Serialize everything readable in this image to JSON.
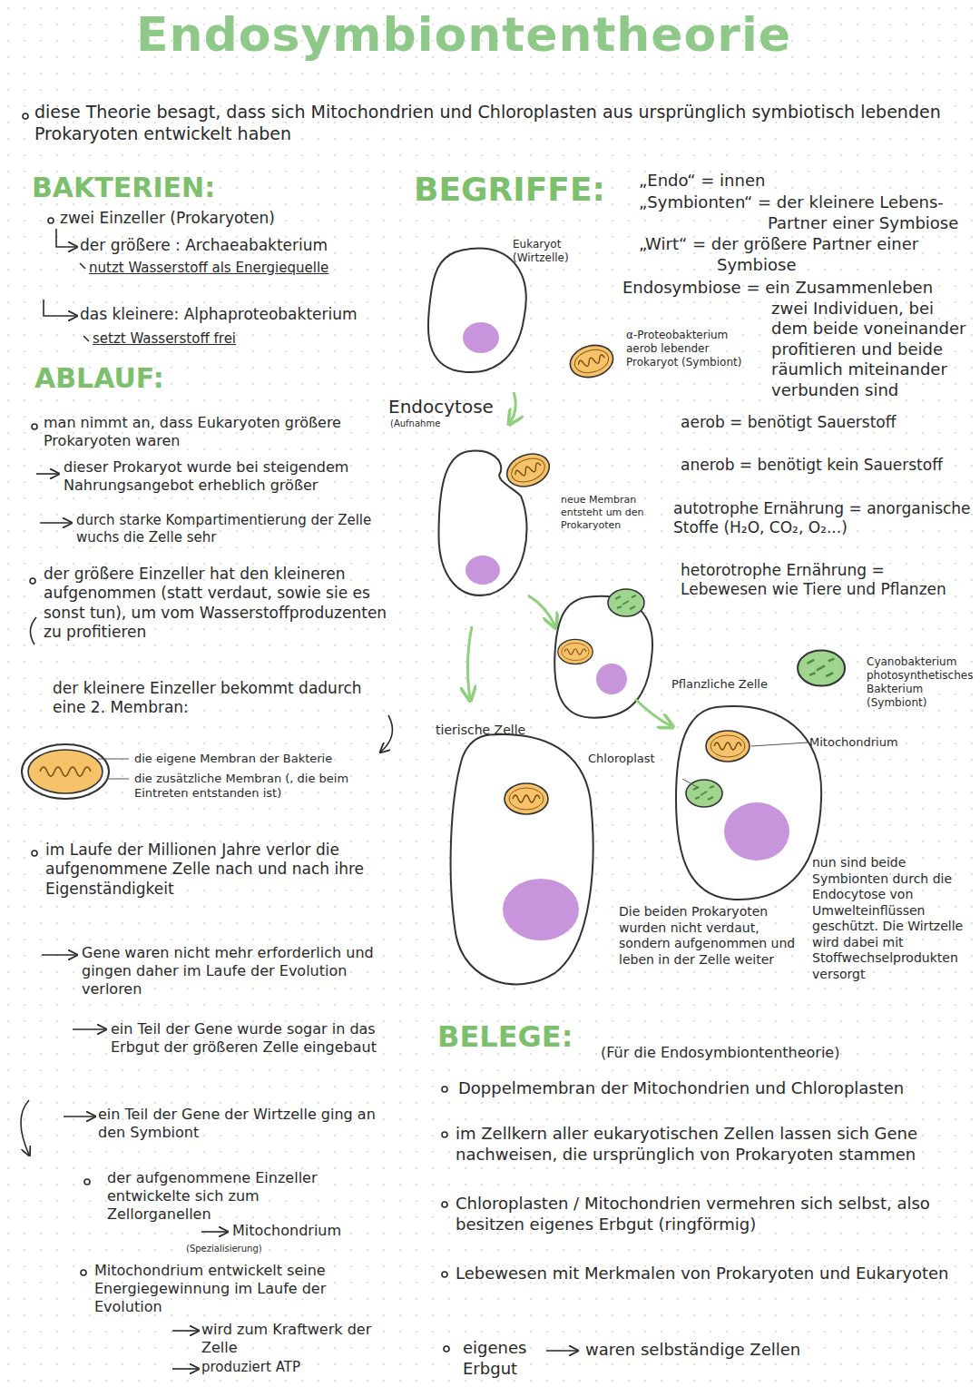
{
  "diagram": {
    "title": "Endosymbiontentheorie",
    "labels": [
      "diese Theorie besagt, dass sich Mitochondrien und Chloroplasten aus ursprünglich symbiotisch lebenden Prokaryoten entwickelt haben",
      "BAKTERIEN:",
      "zwei Einzeller (Prokaryoten)",
      "der größere : Archaeabakterium",
      "nutzt Wasserstoff als Energiequelle",
      "das kleinere: Alphaproteobakterium",
      "setzt Wasserstoff frei",
      "ABLAUF:",
      "man nimmt an, dass Eukaryoten größere Prokaryoten waren",
      "dieser Prokaryot wurde bei steigendem Nahrungsangebot erheblich größer",
      "durch starke Kompartimentierung der Zelle wuchs die Zelle sehr",
      "der größere Einzeller hat den kleineren aufgenommen (statt verdaut, sowie sie es sonst tun), um vom Wasserstoffproduzenten zu profitieren",
      "der kleinere Einzeller bekommt dadurch eine 2. Membran:",
      "die eigene Membran der Bakterie",
      "die zusätzliche Membran (, die beim Eintreten entstanden ist)",
      "im Laufe der Millionen Jahre verlor die aufgenommene Zelle nach und nach ihre Eigenständigkeit",
      "Gene waren nicht mehr erforderlich und gingen daher im Laufe der Evolution verloren",
      "ein Teil der Gene wurde sogar in das Erbgut der größeren Zelle eingebaut",
      "ein Teil der Gene der Wirtzelle ging an den Symbiont",
      "der aufgenommene Einzeller entwickelte sich zum Zellorganellen",
      "Mitochondrium",
      "(Spezialisierung)",
      "Mitochondrium entwickelt seine Energiegewinnung im Laufe der Evolution",
      "wird zum Kraftwerk der Zelle",
      "produziert ATP",
      "BEGRIFFE:",
      "„Endo“ = innen",
      "„Symbionten“ = der kleinere Lebens-Partner einer Symbiose",
      "„Wirt“ = der größere Partner einer Symbiose",
      "Endosymbiose = ein Zusammenleben zwei Individuen, bei dem beide voneinander profitieren und beide räumlich miteinander verbunden sind",
      "aerob = benötigt Sauerstoff",
      "anerob = benötigt kein Sauerstoff",
      "autotrophe Ernährung = anorganische Stoffe (H₂O, CO₂, O₂...)",
      "hetorotrophe Ernährung = Lebewesen wie Tiere und Pflanzen",
      "Eukaryot (Wirtzelle)",
      "α-Proteobakterium aerob lebender Prokaryot (Symbiont)",
      "Endocytose",
      "(Aufnahme",
      "neue Membran entsteht um den Prokaryoten",
      "tierische Zelle",
      "Pflanzliche Zelle",
      "Cyanobakterium photosynthetisches Bakterium (Symbiont)",
      "Chloroplast",
      "Mitochondrium",
      "Die beiden Prokaryoten wurden nicht verdaut, sondern aufgenommen und leben in der Zelle weiter",
      "nun sind beide Symbionten durch die Endocytose von Umwelteinflüssen geschützt. Die Wirtzelle wird dabei mit Stoffwechselprodukten versorgt",
      "BELEGE:",
      "(Für die Endosymbiontentheorie)",
      "Doppelmembran der Mitochondrien und Chloroplasten",
      "im Zellkern aller eukaryotischen Zellen lassen sich Gene nachweisen, die ursprünglich von Prokaryoten stammen",
      "Chloroplasten / Mitochondrien vermehren sich selbst, also besitzen eigenes Erbgut (ringförmig)",
      "Lebewesen mit Merkmalen von Prokaryoten und Eukaryoten",
      "eigenes Erbgut",
      "waren selbständige Zellen"
    ]
  }
}
